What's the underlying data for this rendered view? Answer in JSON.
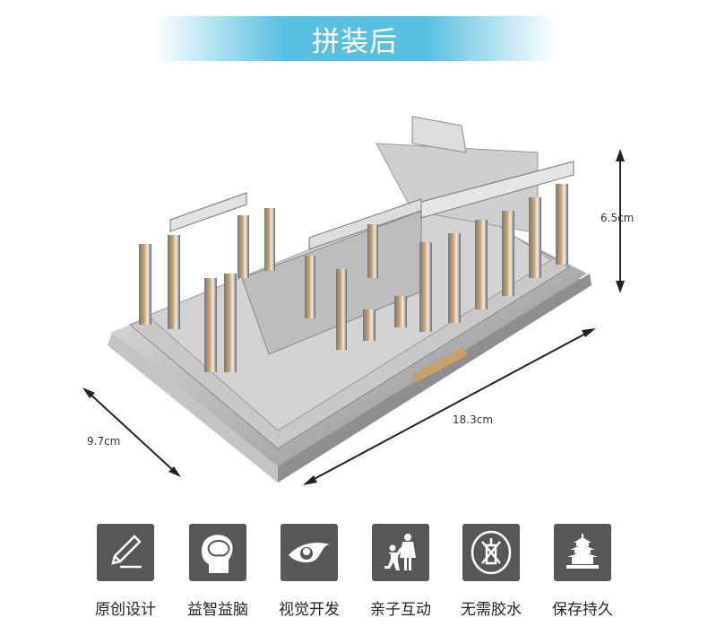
{
  "banner": {
    "title": "拼装后",
    "color": "#5bc0e0"
  },
  "dimensions": {
    "height": "6.5cm",
    "length": "18.3cm",
    "width": "9.7cm"
  },
  "features": [
    {
      "icon": "pencil-icon",
      "label": "原创设计"
    },
    {
      "icon": "brain-head-icon",
      "label": "益智益脑"
    },
    {
      "icon": "eye-icon",
      "label": "视觉开发"
    },
    {
      "icon": "parent-child-icon",
      "label": "亲子互动"
    },
    {
      "icon": "no-glue-icon",
      "label": "无需胶水"
    },
    {
      "icon": "temple-of-heaven-icon",
      "label": "保存持久"
    }
  ]
}
